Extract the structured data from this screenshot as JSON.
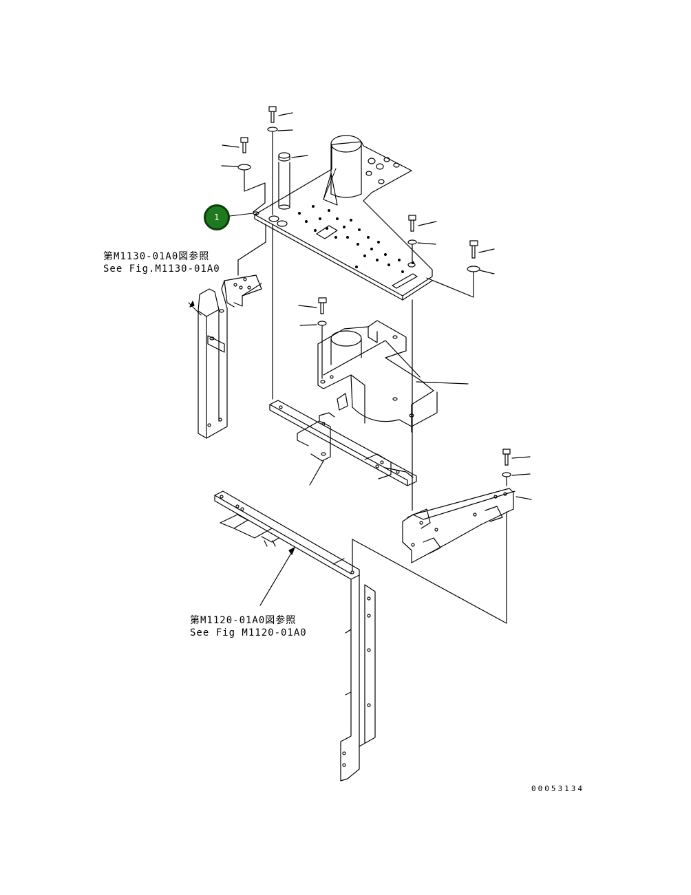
{
  "callouts": [
    {
      "number": "1",
      "color": "#1f7a1f"
    }
  ],
  "references": [
    {
      "line1": "第M1130-01A0図参照",
      "line2": "See Fig.M1130-01A0"
    },
    {
      "line1": "第M1120-01A0図参照",
      "line2": "See Fig M1120-01A0"
    }
  ],
  "document_id": "00053134"
}
